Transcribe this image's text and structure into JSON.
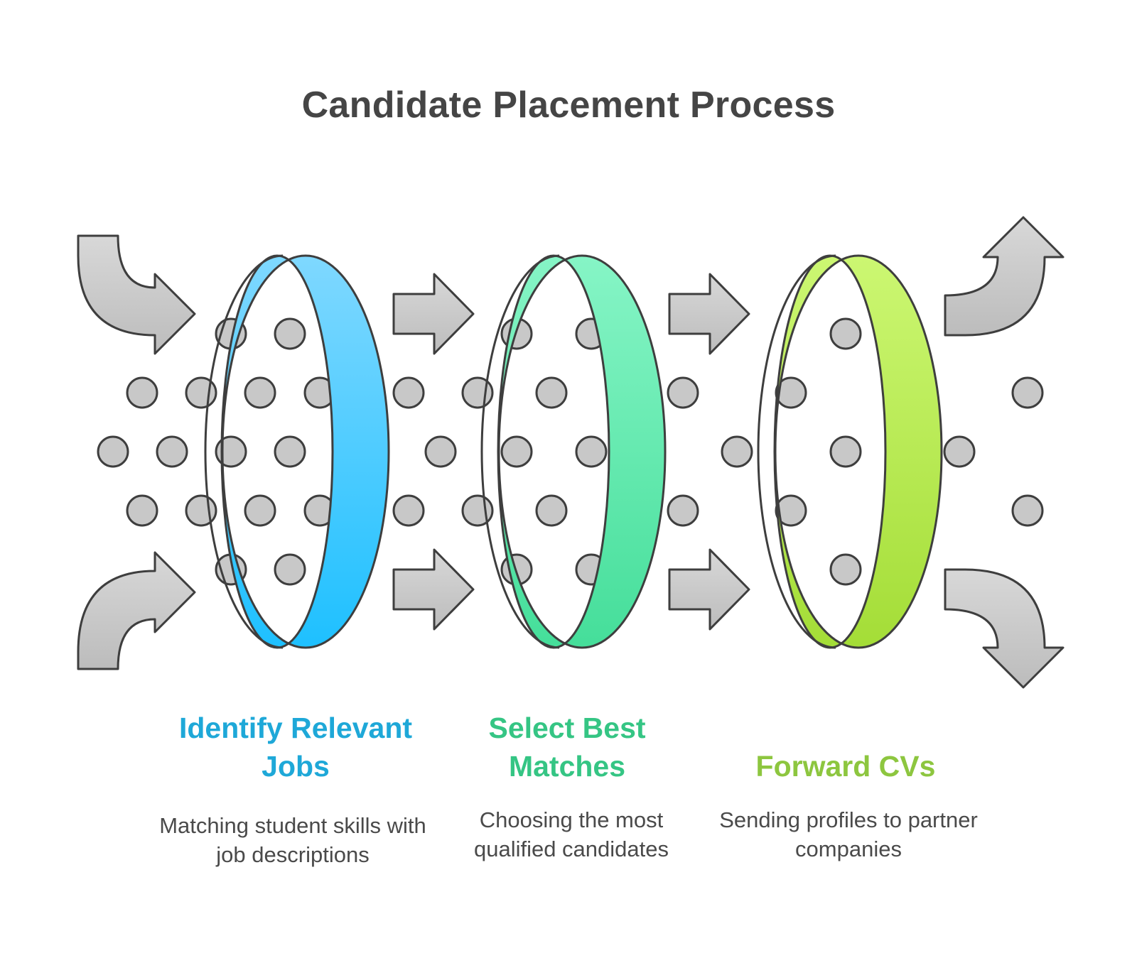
{
  "title": "Candidate Placement Process",
  "steps": [
    {
      "title": "Identify Relevant Jobs",
      "description": "Matching student skills with job descriptions",
      "color": "#1ea8d8",
      "ring_light": "#7fd8ff",
      "ring_dark": "#1ec0ff"
    },
    {
      "title": "Select Best Matches",
      "description": "Choosing the most qualified candidates",
      "color": "#35c584",
      "ring_light": "#86f5c6",
      "ring_dark": "#45de9a"
    },
    {
      "title": "Forward CVs",
      "description": "Sending profiles to partner companies",
      "color": "#8dc63f",
      "ring_light": "#ccf772",
      "ring_dark": "#a4dd37"
    }
  ],
  "colors": {
    "dot": "#c8c8c8",
    "arrow_fill": "#d2d2d2",
    "outline": "#3e3e3e",
    "title": "#454545"
  }
}
